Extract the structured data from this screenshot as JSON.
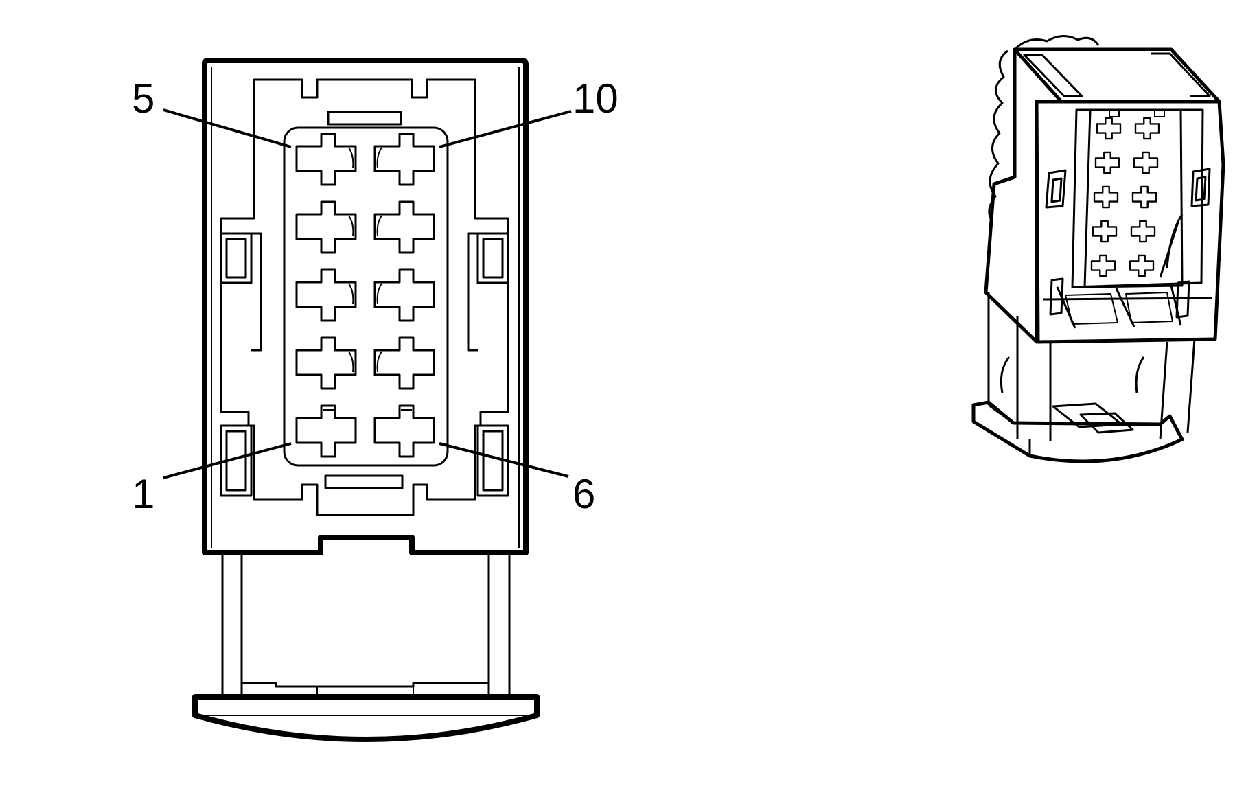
{
  "colors": {
    "line": "#000000",
    "background": "#ffffff"
  },
  "labels": {
    "pin_5": "5",
    "pin_10": "10",
    "pin_1": "1",
    "pin_6": "6"
  }
}
